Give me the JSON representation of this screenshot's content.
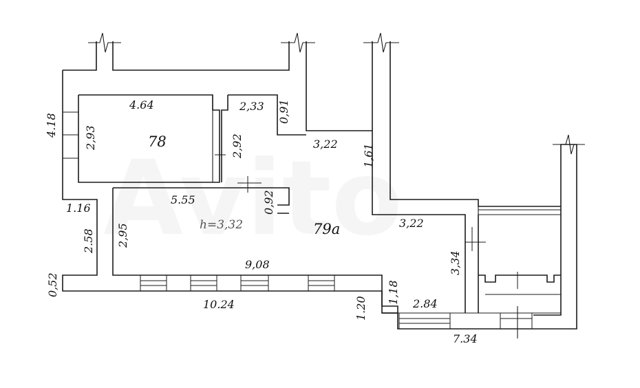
{
  "plan": {
    "rooms": [
      {
        "id": "78",
        "label": "78"
      },
      {
        "id": "79a",
        "label": "79а"
      }
    ],
    "height_label": "h=3,32",
    "dimensions": {
      "d_4_64": "4.64",
      "d_2_93": "2,93",
      "d_4_18": "4.18",
      "d_2_33": "2,33",
      "d_0_91": "0,91",
      "d_2_92": "2,92",
      "d_3_22_top": "3,22",
      "d_1_61": "1,61",
      "d_5_55": "5.55",
      "d_0_92": "0,92",
      "d_1_16": "1.16",
      "d_2_58": "2.58",
      "d_2_95": "2,95",
      "d_3_22_right": "3,22",
      "d_3_34": "3,34",
      "d_9_08": "9,08",
      "d_0_52": "0,52",
      "d_10_24": "10.24",
      "d_1_18": "1,18",
      "d_2_84": "2.84",
      "d_1_20": "1.20",
      "d_7_34": "7.34"
    }
  }
}
